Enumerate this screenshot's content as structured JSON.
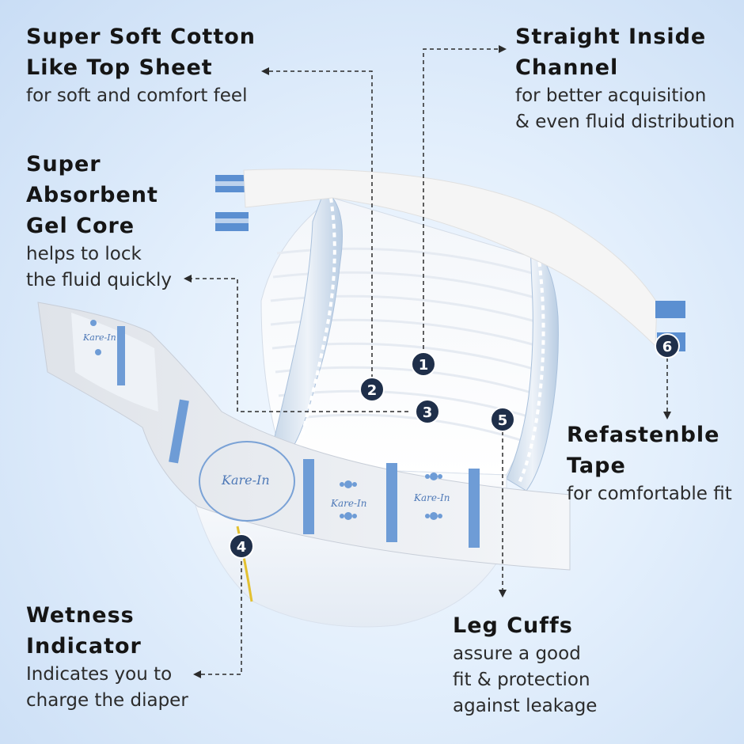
{
  "features": {
    "top_sheet": {
      "title_lines": [
        "Super Soft Cotton",
        "Like Top Sheet"
      ],
      "desc_lines": [
        "for soft and comfort feel"
      ]
    },
    "gel_core": {
      "title_lines": [
        "Super",
        "Absorbent",
        "Gel Core"
      ],
      "desc_lines": [
        "helps to lock",
        "the fluid quickly"
      ]
    },
    "channel": {
      "title_lines": [
        "Straight Inside",
        "Channel"
      ],
      "desc_lines": [
        "for better acquisition",
        "& even fluid distribution"
      ]
    },
    "wetness": {
      "title_lines": [
        "Wetness",
        "Indicator"
      ],
      "desc_lines": [
        "Indicates you to",
        "charge the diaper"
      ]
    },
    "leg_cuffs": {
      "title_lines": [
        "Leg Cuffs"
      ],
      "desc_lines": [
        "assure a good",
        "fit & protection",
        "against leakage"
      ]
    },
    "tape": {
      "title_lines": [
        "Refastenble",
        "Tape"
      ],
      "desc_lines": [
        "for comfortable fit"
      ]
    }
  },
  "markers": [
    "1",
    "2",
    "3",
    "4",
    "5",
    "6"
  ],
  "brand": "Kare-In",
  "colors": {
    "marker_fill": "#1f2f4a",
    "accent_blue": "#5b8fd1",
    "text_dark": "#151515",
    "leader_line": "#2b2b2b"
  }
}
